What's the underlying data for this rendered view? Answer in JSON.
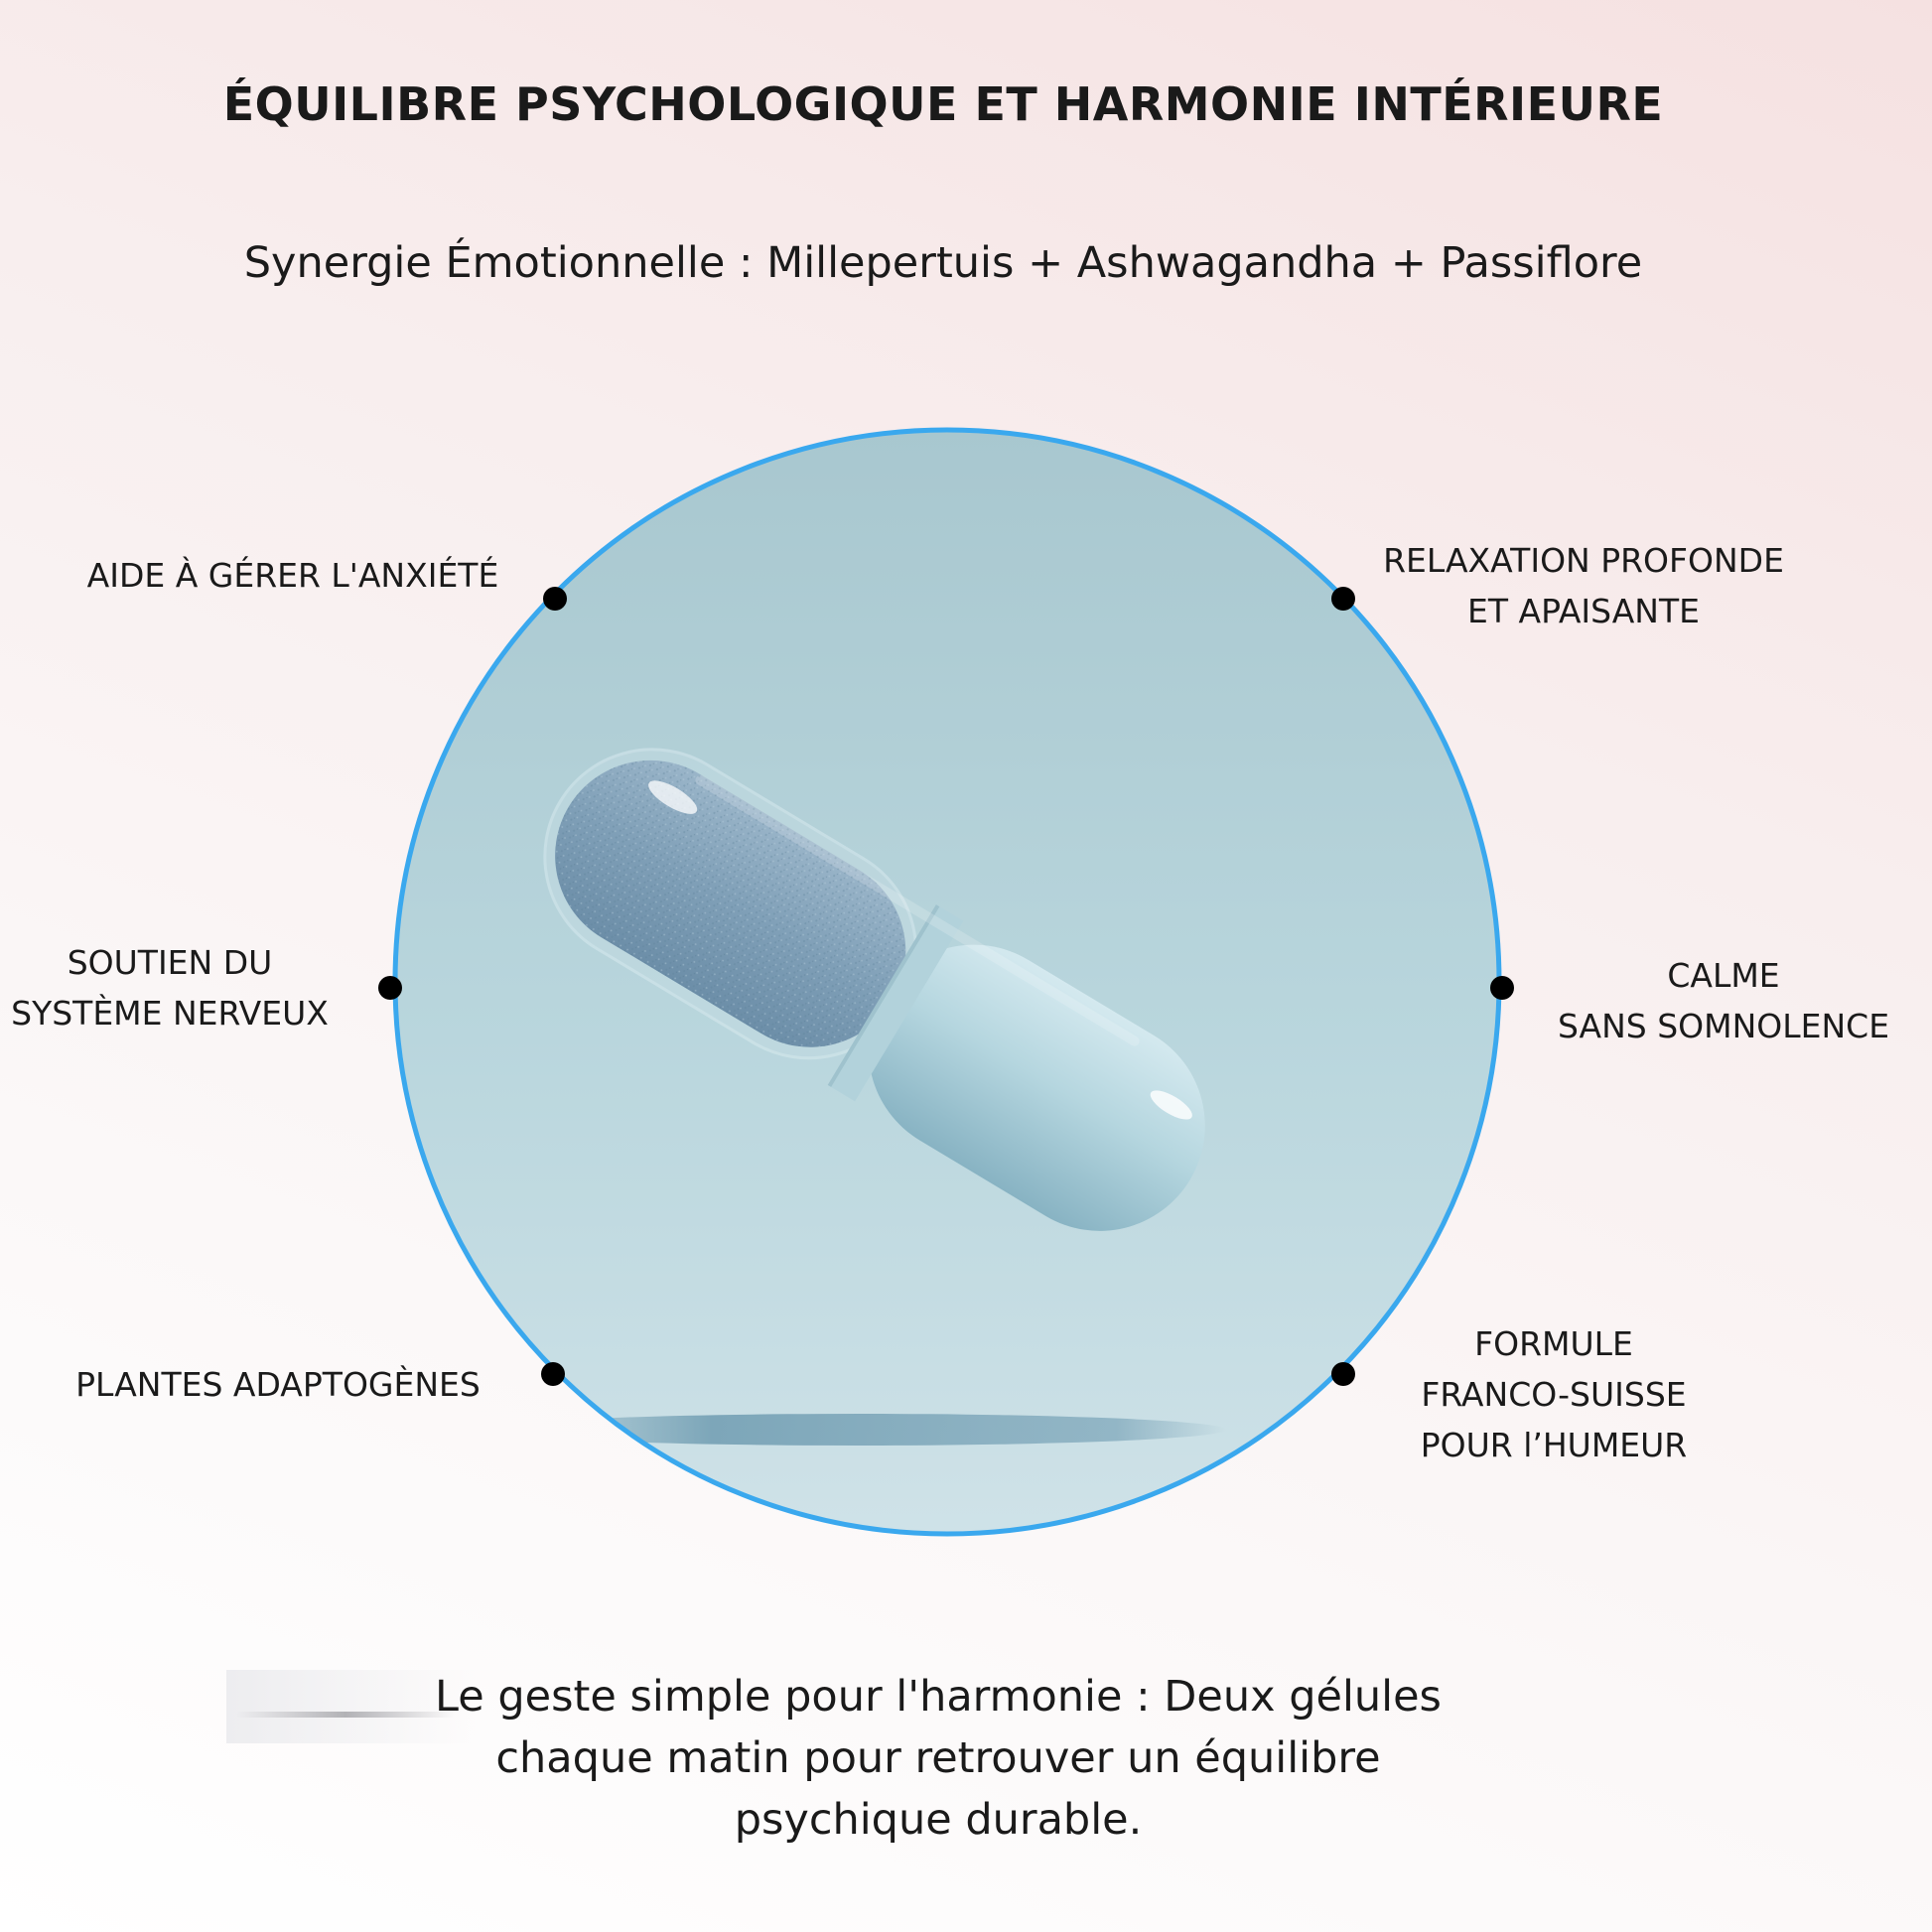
{
  "header": {
    "title": "ÉQUILIBRE PSYCHOLOGIQUE ET HARMONIE INTÉRIEURE",
    "subtitle": "Synergie Émotionnelle : Millepertuis + Ashwagandha + Passiflore"
  },
  "benefits": {
    "top_left": [
      "AIDE À GÉRER L'ANXIÉTÉ"
    ],
    "top_right": [
      "RELAXATION PROFONDE",
      "ET APAISANTE"
    ],
    "middle_left": [
      "SOUTIEN DU",
      "SYSTÈME NERVEUX"
    ],
    "middle_right": [
      "CALME",
      "SANS SOMNOLENCE"
    ],
    "bottom_left": [
      "PLANTES ADAPTOGÈNES"
    ],
    "bottom_right": [
      "FORMULE",
      "FRANCO-SUISSE",
      "POUR l’HUMEUR"
    ]
  },
  "closing": {
    "lines": [
      "Le geste simple pour l'harmonie : Deux gélules",
      "chaque matin pour retrouver un équilibre",
      "psychique durable."
    ]
  },
  "colors": {
    "circle_border": "#3aa8ee",
    "circle_fill": "#b4d2d9",
    "capsule_powder": "#7e9eb6",
    "capsule_cap": "#a9cdd8",
    "dot": "#000000"
  }
}
